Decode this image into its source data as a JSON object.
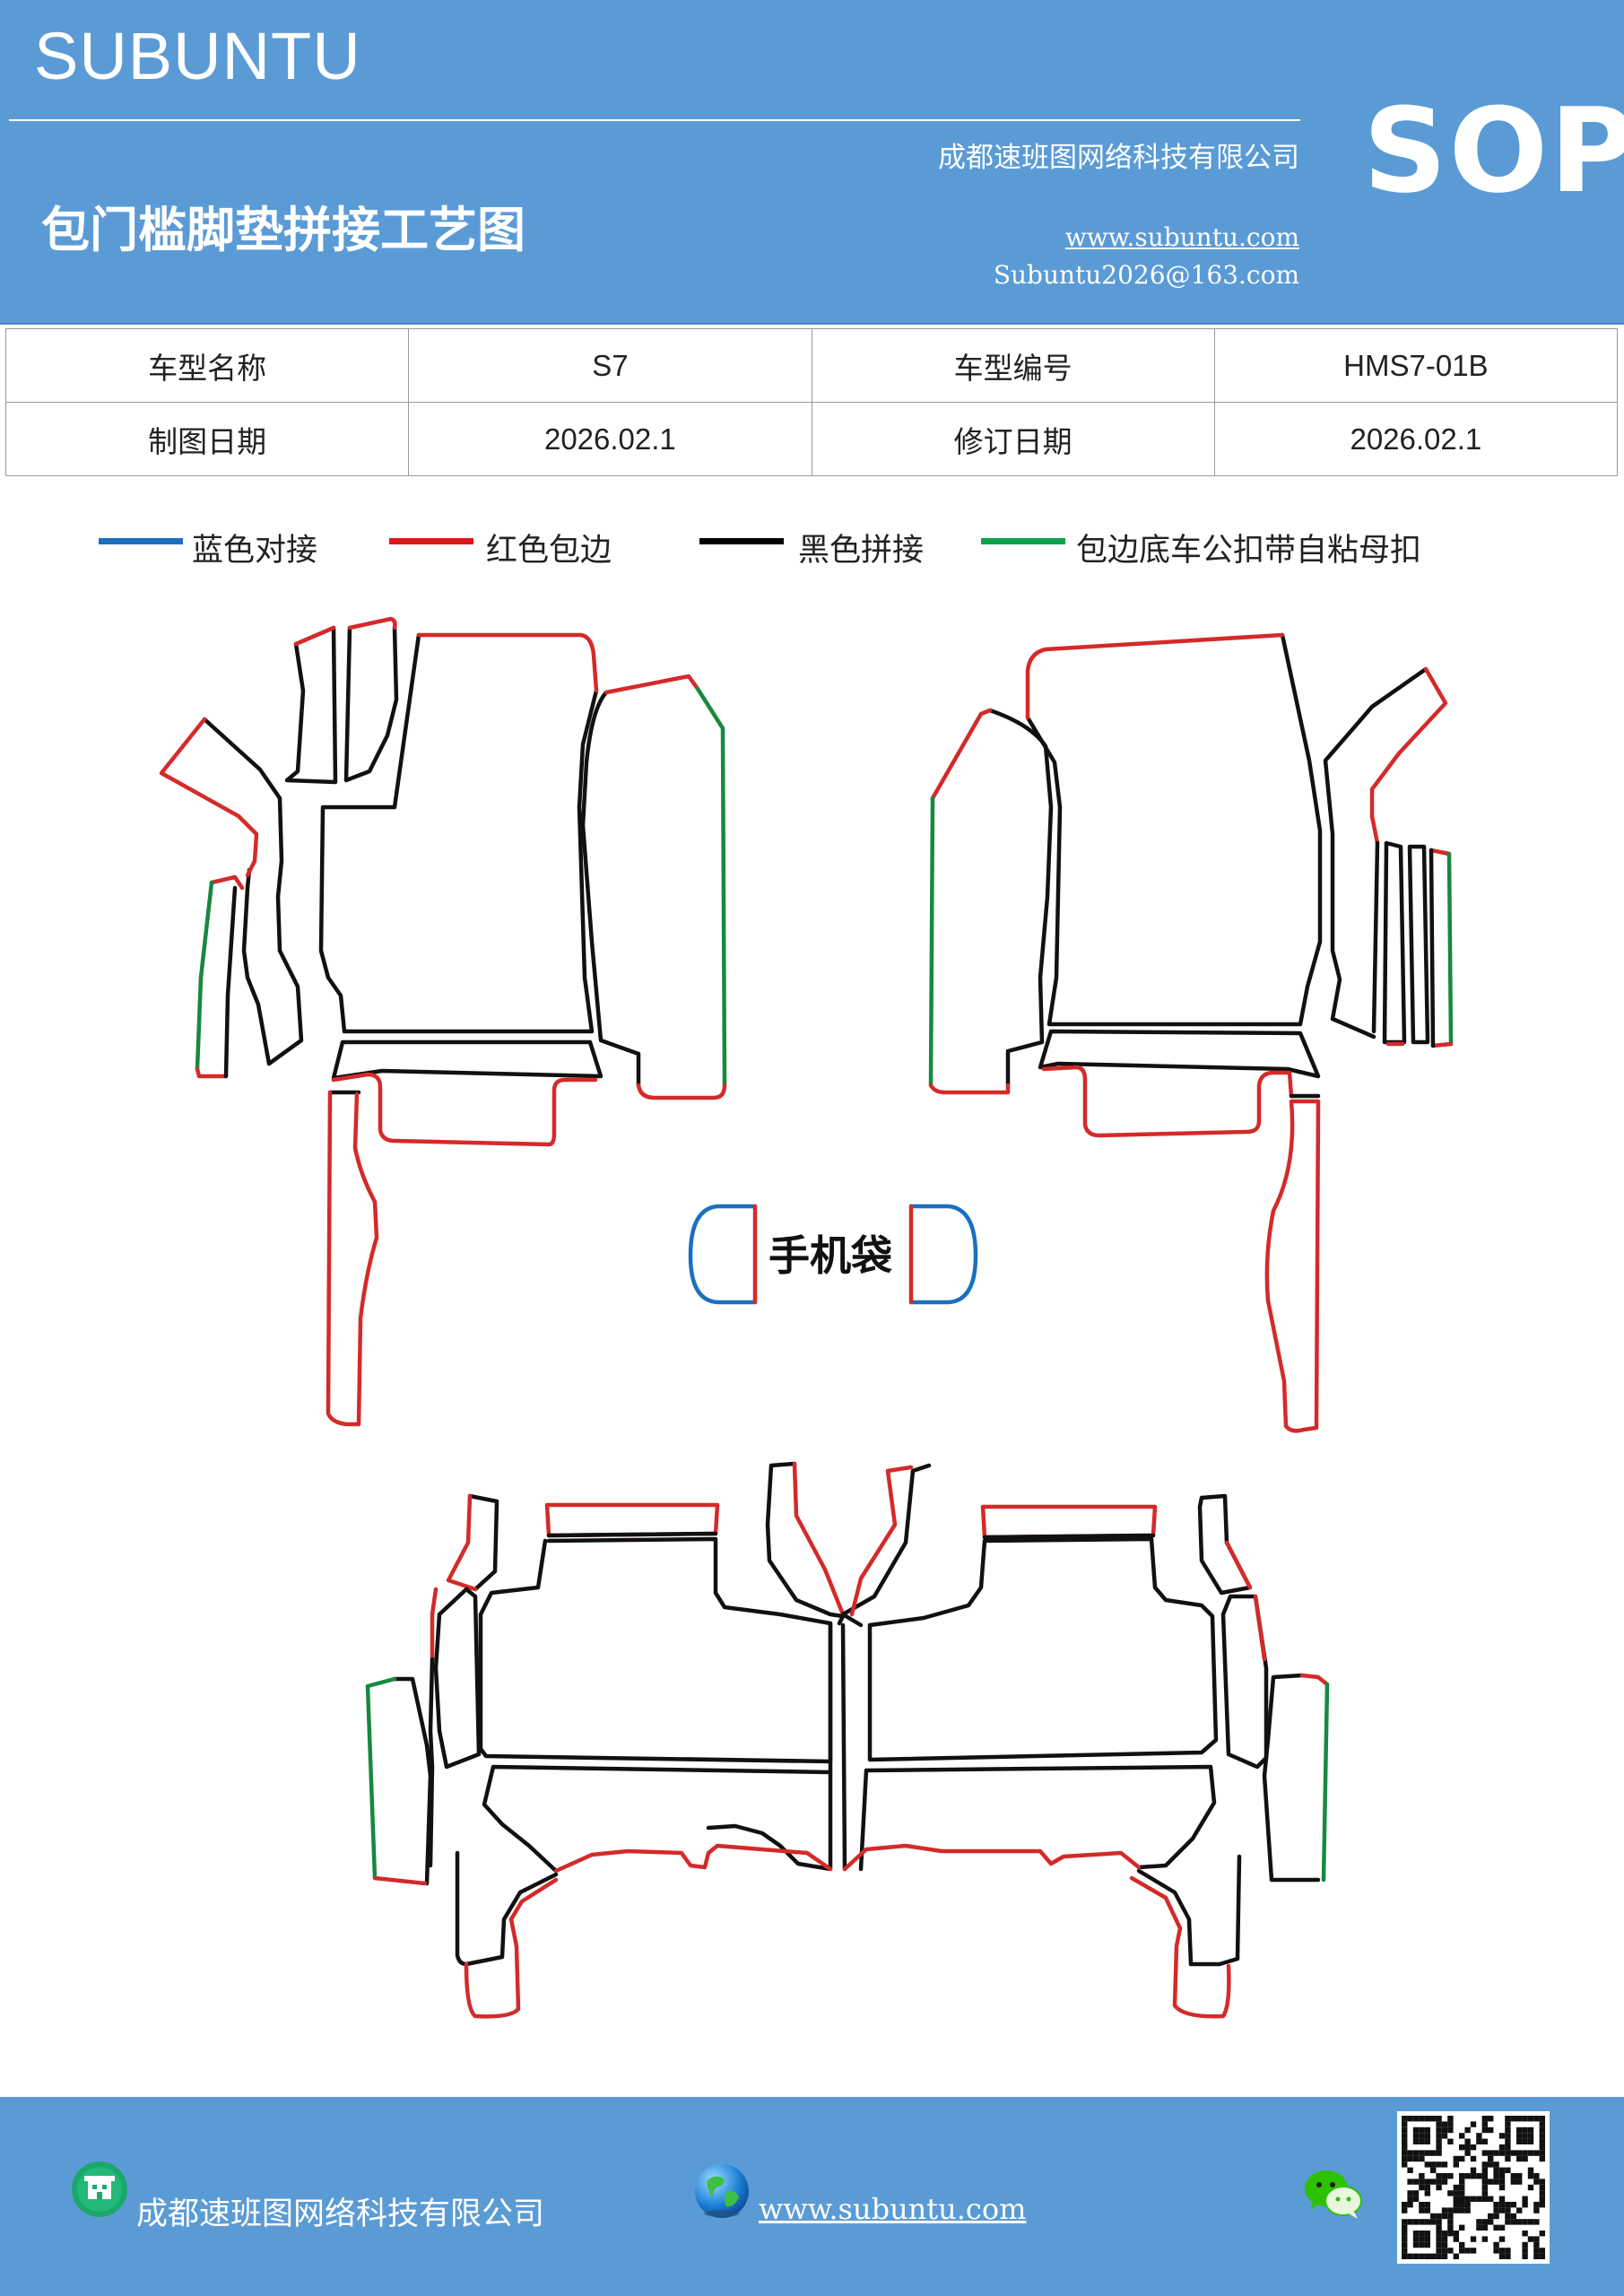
{
  "header": {
    "brand": "SUBUNTU",
    "sop": "SOP",
    "company": "成都速班图网络科技有限公司",
    "title": "包门槛脚垫拼接工艺图",
    "website": "www.subuntu.com",
    "email": "Subuntu2026@163.com"
  },
  "info_table": {
    "row1": {
      "label1": "车型名称",
      "value1": "S7",
      "label2": "车型编号",
      "value2": "HMS7-01B"
    },
    "row2": {
      "label1": "制图日期",
      "value1": "2026.02.1",
      "label2": "修订日期",
      "value2": "2026.02.1"
    }
  },
  "legend": [
    {
      "label": "蓝色对接",
      "color": "#1a6fc0"
    },
    {
      "label": "红色包边",
      "color": "#e0141c"
    },
    {
      "label": "黑色拼接",
      "color": "#000000"
    },
    {
      "label": "包边底车公扣带自粘母扣",
      "color": "#0ba14b"
    }
  ],
  "diagram": {
    "phone_bag_label": "手机袋",
    "stroke_colors": {
      "blue": "#1a6fc0",
      "red": "#d42a2a",
      "black": "#111111",
      "green": "#16893e"
    }
  },
  "footer": {
    "company": "成都速班图网络科技有限公司",
    "website": "www.subuntu.com",
    "icons": [
      "building-icon",
      "globe-icon",
      "wechat-icon",
      "qr-code"
    ]
  }
}
